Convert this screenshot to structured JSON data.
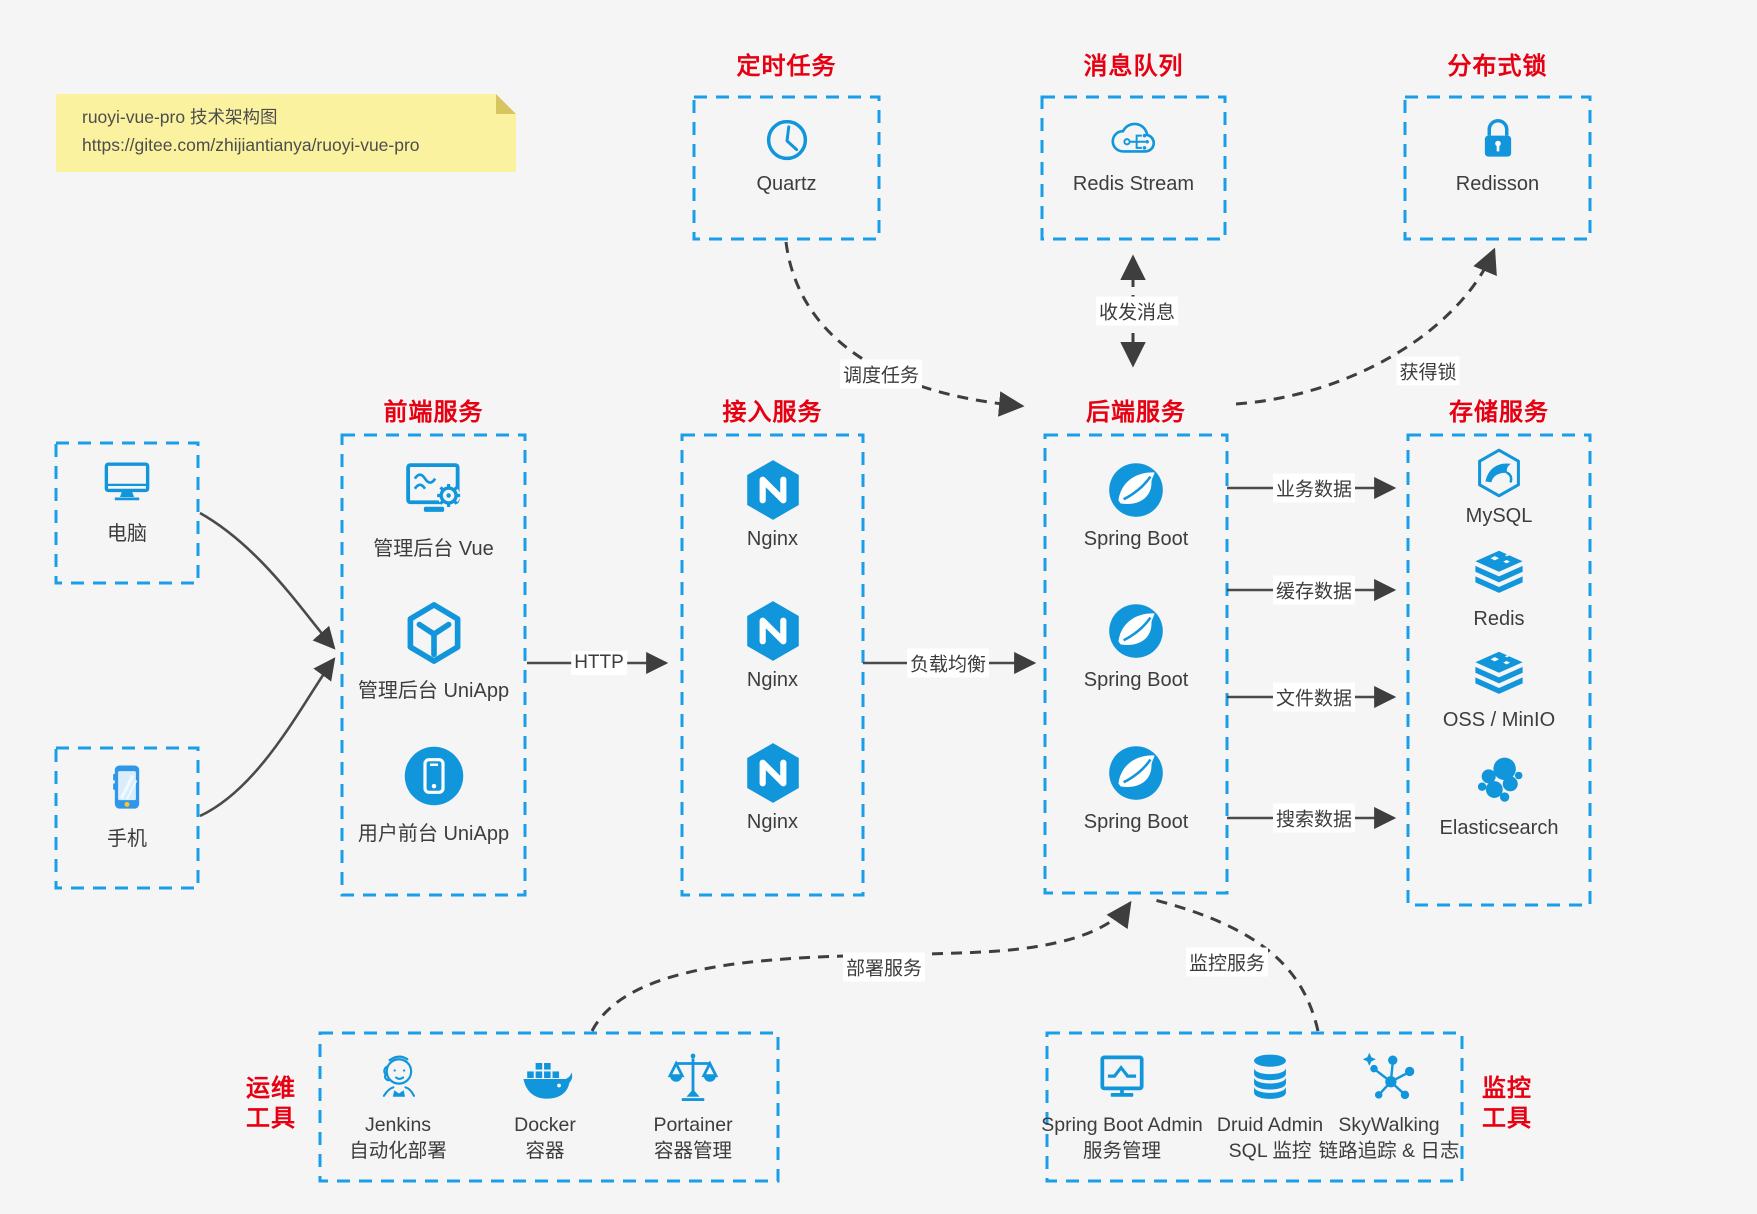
{
  "note": {
    "line1": "ruoyi-vue-pro 技术架构图",
    "line2": "https://gitee.com/zhijiantianya/ruoyi-vue-pro"
  },
  "colors": {
    "accent_blue": "#1a9ee8",
    "icon_blue": "#1296db",
    "title_red": "#e60012",
    "note_yellow": "#fbf2a0",
    "arrow_gray": "#3e3e3e"
  },
  "top_groups": [
    {
      "title": "定时任务",
      "item": {
        "label": "Quartz",
        "icon": "clock-icon"
      }
    },
    {
      "title": "消息队列",
      "item": {
        "label": "Redis Stream",
        "icon": "cloud-stream-icon"
      }
    },
    {
      "title": "分布式锁",
      "item": {
        "label": "Redisson",
        "icon": "lock-icon"
      }
    }
  ],
  "clients": [
    {
      "label": "电脑",
      "icon": "desktop-icon"
    },
    {
      "label": "手机",
      "icon": "phone-icon"
    }
  ],
  "columns": [
    {
      "title": "前端服务",
      "items": [
        {
          "label": "管理后台 Vue",
          "icon": "admin-monitor-gear-icon"
        },
        {
          "label": "管理后台 UniApp",
          "icon": "hexagon-cube-icon"
        },
        {
          "label": "用户前台 UniApp",
          "icon": "mobile-app-circle-icon"
        }
      ]
    },
    {
      "title": "接入服务",
      "items": [
        {
          "label": "Nginx",
          "icon": "nginx-icon"
        },
        {
          "label": "Nginx",
          "icon": "nginx-icon"
        },
        {
          "label": "Nginx",
          "icon": "nginx-icon"
        }
      ]
    },
    {
      "title": "后端服务",
      "items": [
        {
          "label": "Spring Boot",
          "icon": "spring-icon"
        },
        {
          "label": "Spring Boot",
          "icon": "spring-icon"
        },
        {
          "label": "Spring Boot",
          "icon": "spring-icon"
        }
      ]
    },
    {
      "title": "存储服务",
      "items": [
        {
          "label": "MySQL",
          "icon": "mysql-icon"
        },
        {
          "label": "Redis",
          "icon": "layer-stack-icon"
        },
        {
          "label": "OSS / MinIO",
          "icon": "layer-stack-icon"
        },
        {
          "label": "Elasticsearch",
          "icon": "elasticsearch-icon"
        }
      ]
    }
  ],
  "bottom_groups": [
    {
      "side_label_line1": "运维",
      "side_label_line2": "工具",
      "items": [
        {
          "name": "Jenkins",
          "desc": "自动化部署",
          "icon": "jenkins-icon"
        },
        {
          "name": "Docker",
          "desc": "容器",
          "icon": "docker-icon"
        },
        {
          "name": "Portainer",
          "desc": "容器管理",
          "icon": "scale-icon"
        }
      ]
    },
    {
      "side_label_line1": "监控",
      "side_label_line2": "工具",
      "items": [
        {
          "name": "Spring Boot Admin",
          "desc": "服务管理",
          "icon": "monitor-chart-icon"
        },
        {
          "name": "Druid Admin",
          "desc": "SQL 监控",
          "icon": "database-icon"
        },
        {
          "name": "SkyWalking",
          "desc": "链路追踪 & 日志",
          "icon": "network-hub-icon"
        }
      ]
    }
  ],
  "edges": {
    "http": "HTTP",
    "load_balance": "负载均衡",
    "business_data": "业务数据",
    "cache_data": "缓存数据",
    "file_data": "文件数据",
    "search_data": "搜索数据",
    "schedule": "调度任务",
    "messaging": "收发消息",
    "lock": "获得锁",
    "deploy": "部署服务",
    "monitor": "监控服务"
  }
}
